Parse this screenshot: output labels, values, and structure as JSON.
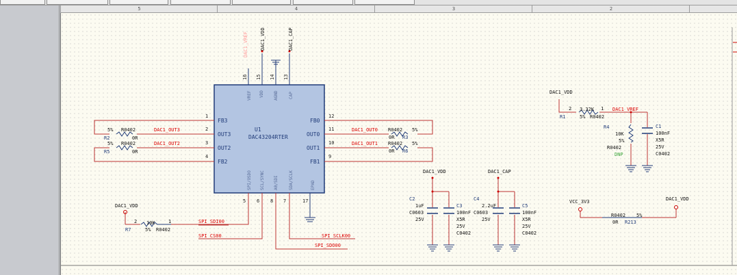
{
  "ruler": {
    "zones": [
      "5",
      "4",
      "3",
      "2"
    ]
  },
  "schematic": {
    "u1": {
      "ref": "U1",
      "value": "DAC43204RTER",
      "left_pins": [
        {
          "num": "1",
          "name": "FB3"
        },
        {
          "num": "2",
          "name": "OUT3"
        },
        {
          "num": "3",
          "name": "OUT2"
        },
        {
          "num": "4",
          "name": "FB2"
        }
      ],
      "right_pins": [
        {
          "num": "12",
          "name": "FB0"
        },
        {
          "num": "11",
          "name": "OUT0"
        },
        {
          "num": "10",
          "name": "OUT1"
        },
        {
          "num": "9",
          "name": "FB1"
        }
      ],
      "top_pins": [
        {
          "num": "16",
          "name": "VREF"
        },
        {
          "num": "15",
          "name": "VDD"
        },
        {
          "num": "14",
          "name": "AGND"
        },
        {
          "num": "13",
          "name": "CAP"
        }
      ],
      "bottom_pins": [
        {
          "num": "5",
          "name": "SPI/OSDO"
        },
        {
          "num": "6",
          "name": "SCL/SYNC"
        },
        {
          "num": "8",
          "name": "A0/SDI"
        },
        {
          "num": "7",
          "name": "SDA/SCLK"
        },
        {
          "num": "17",
          "name": "EPAD"
        }
      ]
    },
    "nets": {
      "dac1_vref": "DAC1_VREF",
      "dac1_vdd": "DAC1_VDD",
      "dac1_cap": "DAC1_CAP",
      "dac1_out3": "DAC1_OUT3",
      "dac1_out2": "DAC1_OUT2",
      "dac1_out0": "DAC1_OUT0",
      "dac1_out1": "DAC1_OUT1",
      "spi_sdi00": "SPI_SDI00",
      "spi_cs00": "SPI_CS00",
      "spi_sclk00": "SPI_SCLK00",
      "spi_sdo00": "SPI_SDO00",
      "vcc_3v3": "VCC_3V3"
    },
    "resistors": {
      "r2": {
        "ref": "R2",
        "value": "0R",
        "tol": "5%",
        "pkg": "R0402"
      },
      "r5": {
        "ref": "R5",
        "value": "0R",
        "tol": "5%",
        "pkg": "R0402"
      },
      "r3": {
        "ref": "R3",
        "value": "0R",
        "tol": "5%",
        "pkg": "R0402"
      },
      "r6": {
        "ref": "R6",
        "value": "0R",
        "tol": "5%",
        "pkg": "R0402"
      },
      "r7": {
        "ref": "R7",
        "value": "10K",
        "tol": "5%",
        "pkg": "R0402",
        "pin1": "1",
        "pin2": "2"
      },
      "r1": {
        "ref": "R1",
        "value": "3.32K",
        "tol": "5%",
        "pkg": "R0402",
        "pin1": "1",
        "pin2": "2"
      },
      "r4": {
        "ref": "R4",
        "value": "10K",
        "tol": "5%",
        "pkg": "R0402",
        "dnp": "DNP"
      },
      "r213": {
        "ref": "R213",
        "value": "0R",
        "tol": "5%",
        "pkg": "R0402"
      }
    },
    "capacitors": {
      "c1": {
        "ref": "C1",
        "value": "100nF",
        "dielectric": "X5R",
        "voltage": "25V",
        "pkg": "C0402"
      },
      "c2": {
        "ref": "C2",
        "value": "1uF",
        "voltage": "25V",
        "pkg": "C0603"
      },
      "c3": {
        "ref": "C3",
        "value": "100nF",
        "dielectric": "X5R",
        "voltage": "25V",
        "pkg": "C0402"
      },
      "c4": {
        "ref": "C4",
        "value": "2.2uF",
        "voltage": "25V",
        "pkg": "C0603"
      },
      "c5": {
        "ref": "C5",
        "value": "100nF",
        "dielectric": "X5R",
        "voltage": "25V",
        "pkg": "C0402"
      }
    }
  }
}
